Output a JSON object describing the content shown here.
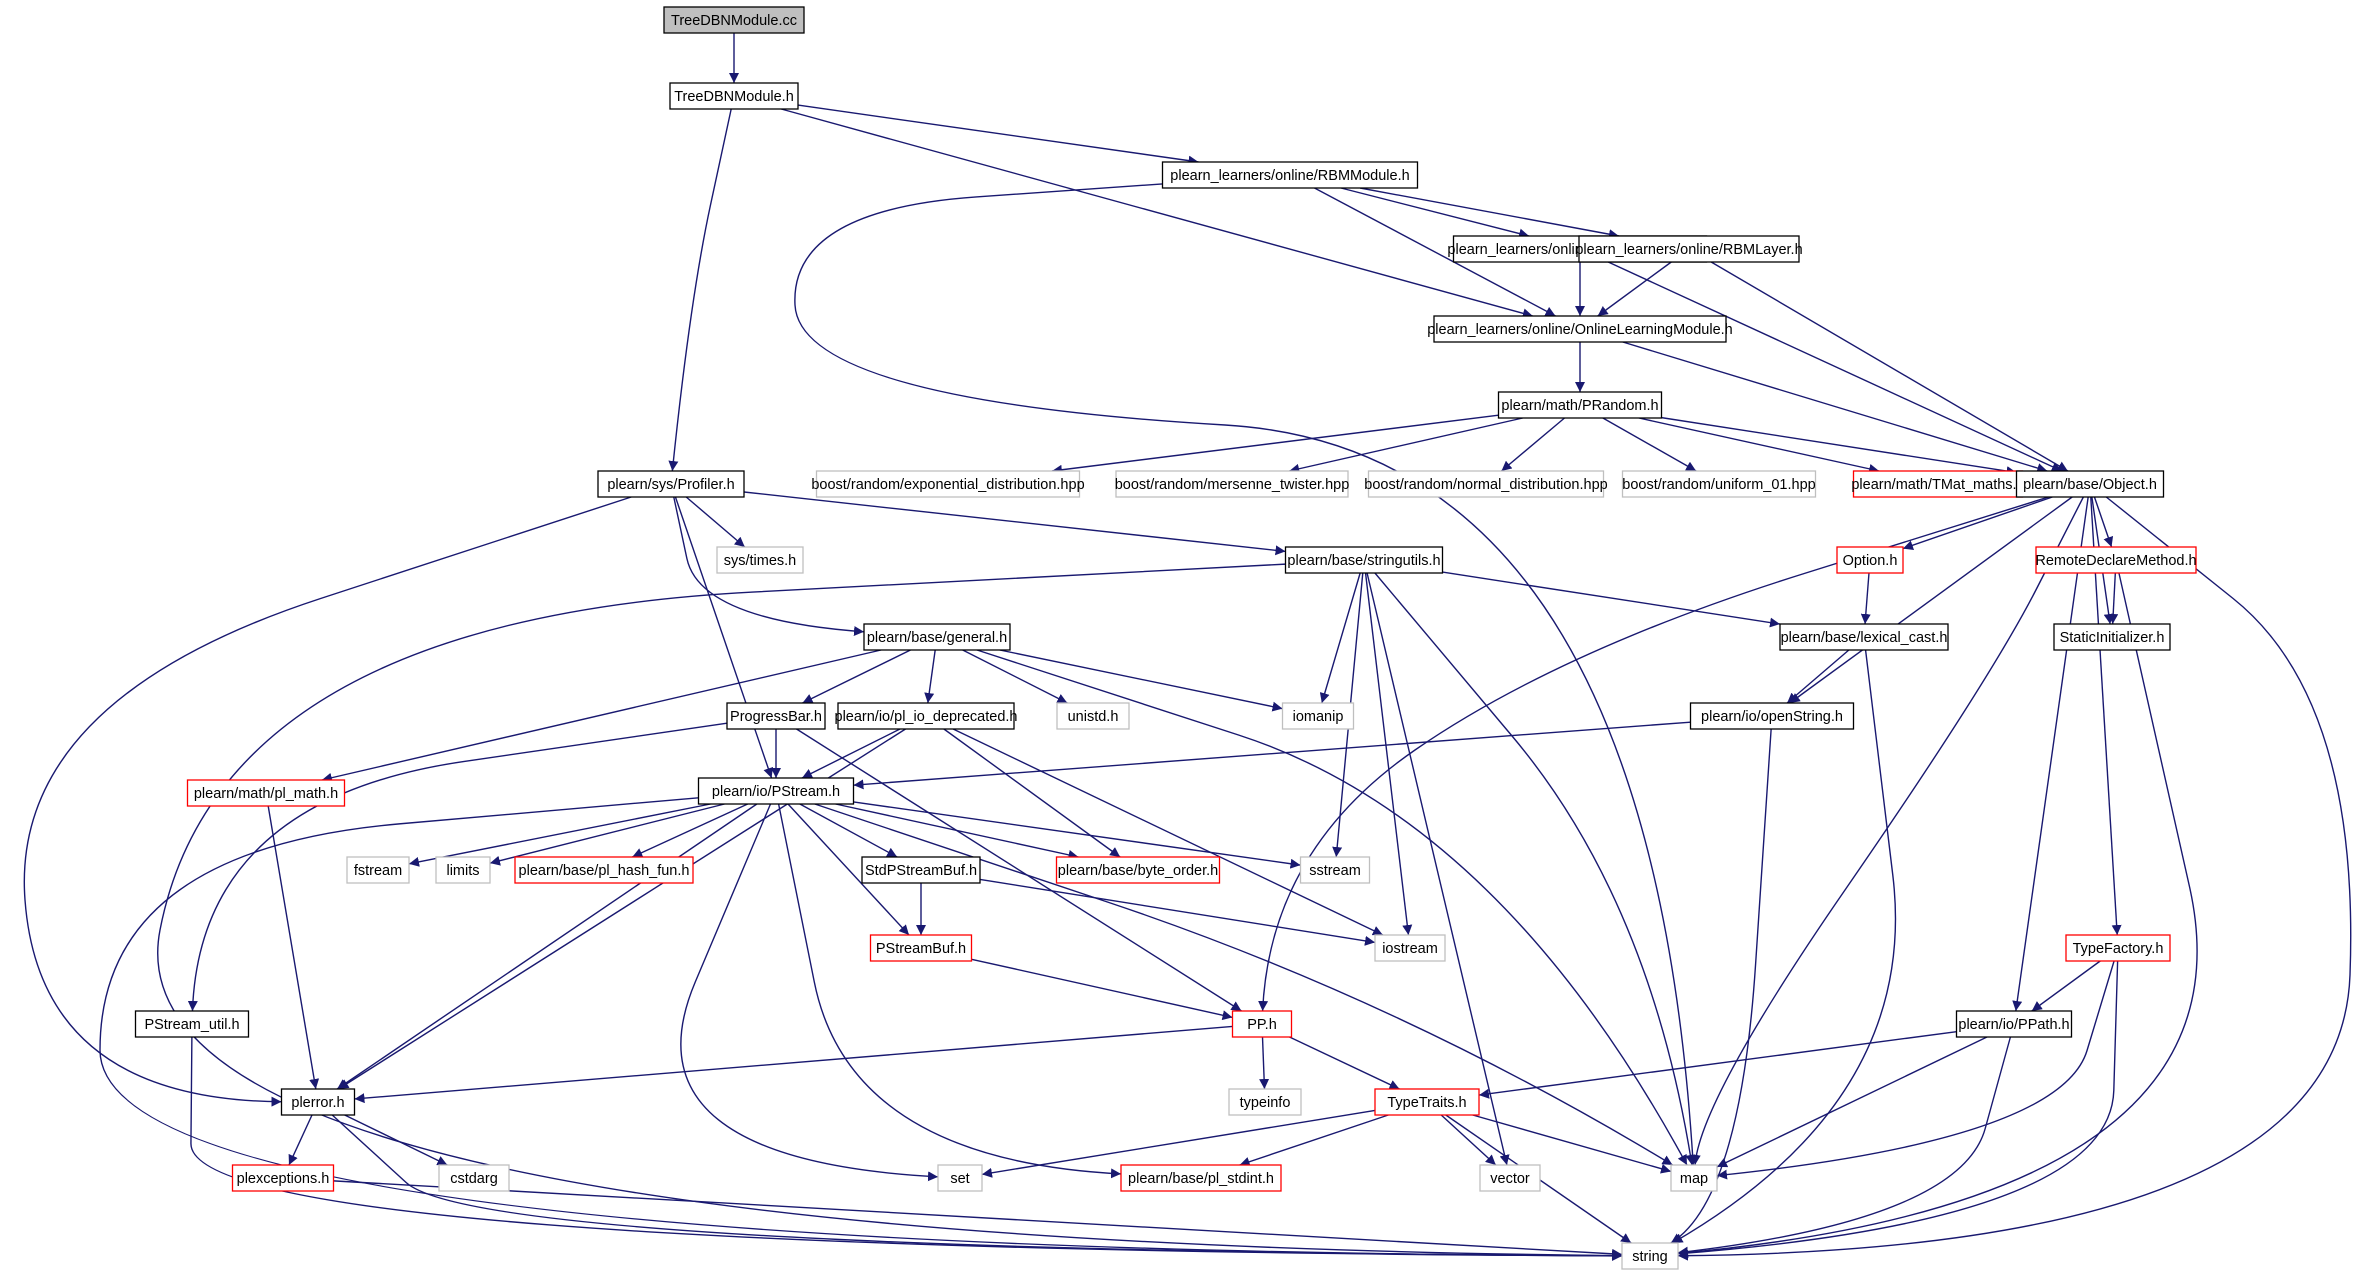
{
  "graph": {
    "colors": {
      "edge": "#191970",
      "border_normal": "#000000",
      "border_truncated": "#ff0000",
      "border_system": "#bfbfbf",
      "fill_root": "#bfbfbf",
      "fill": "#ffffff",
      "text": "#000000"
    },
    "nodes": [
      {
        "id": "n0",
        "label": "TreeDBNModule.cc",
        "kind": "root"
      },
      {
        "id": "n1",
        "label": "TreeDBNModule.h",
        "kind": "normal"
      },
      {
        "id": "n2",
        "label": "plearn_learners/online/RBMModule.h",
        "kind": "normal"
      },
      {
        "id": "n3",
        "label": "plearn_learners/online/RBMConnection.h",
        "kind": "normal"
      },
      {
        "id": "n4",
        "label": "plearn_learners/online/RBMLayer.h",
        "kind": "normal"
      },
      {
        "id": "n5",
        "label": "plearn_learners/online/OnlineLearningModule.h",
        "kind": "normal"
      },
      {
        "id": "n6",
        "label": "plearn/math/PRandom.h",
        "kind": "normal"
      },
      {
        "id": "n7",
        "label": "boost/random/exponential_distribution.hpp",
        "kind": "system"
      },
      {
        "id": "n8",
        "label": "boost/random/mersenne_twister.hpp",
        "kind": "system"
      },
      {
        "id": "n9",
        "label": "boost/random/normal_distribution.hpp",
        "kind": "system"
      },
      {
        "id": "n10",
        "label": "boost/random/uniform_01.hpp",
        "kind": "system"
      },
      {
        "id": "n11",
        "label": "plearn/math/TMat_maths.h",
        "kind": "truncated"
      },
      {
        "id": "n12",
        "label": "plearn/base/Object.h",
        "kind": "normal"
      },
      {
        "id": "n13",
        "label": "plearn/sys/Profiler.h",
        "kind": "normal"
      },
      {
        "id": "n14",
        "label": "sys/times.h",
        "kind": "system"
      },
      {
        "id": "n15",
        "label": "plearn/base/stringutils.h",
        "kind": "normal"
      },
      {
        "id": "n16",
        "label": "Option.h",
        "kind": "truncated"
      },
      {
        "id": "n17",
        "label": "RemoteDeclareMethod.h",
        "kind": "truncated"
      },
      {
        "id": "n18",
        "label": "StaticInitializer.h",
        "kind": "normal"
      },
      {
        "id": "n19",
        "label": "plearn/base/general.h",
        "kind": "normal"
      },
      {
        "id": "n20",
        "label": "plearn/base/lexical_cast.h",
        "kind": "normal"
      },
      {
        "id": "n21",
        "label": "ProgressBar.h",
        "kind": "normal"
      },
      {
        "id": "n22",
        "label": "plearn/io/pl_io_deprecated.h",
        "kind": "normal"
      },
      {
        "id": "n23",
        "label": "unistd.h",
        "kind": "system"
      },
      {
        "id": "n24",
        "label": "iomanip",
        "kind": "system"
      },
      {
        "id": "n25",
        "label": "plearn/io/openString.h",
        "kind": "normal"
      },
      {
        "id": "n26",
        "label": "plearn/math/pl_math.h",
        "kind": "truncated"
      },
      {
        "id": "n27",
        "label": "plearn/io/PStream.h",
        "kind": "normal"
      },
      {
        "id": "n28",
        "label": "fstream",
        "kind": "system"
      },
      {
        "id": "n29",
        "label": "limits",
        "kind": "system"
      },
      {
        "id": "n30",
        "label": "plearn/base/pl_hash_fun.h",
        "kind": "truncated"
      },
      {
        "id": "n31",
        "label": "StdPStreamBuf.h",
        "kind": "normal"
      },
      {
        "id": "n32",
        "label": "plearn/base/byte_order.h",
        "kind": "truncated"
      },
      {
        "id": "n33",
        "label": "sstream",
        "kind": "system"
      },
      {
        "id": "n34",
        "label": "iostream",
        "kind": "system"
      },
      {
        "id": "n35",
        "label": "PStreamBuf.h",
        "kind": "truncated"
      },
      {
        "id": "n36",
        "label": "TypeFactory.h",
        "kind": "truncated"
      },
      {
        "id": "n37",
        "label": "PStream_util.h",
        "kind": "normal"
      },
      {
        "id": "n38",
        "label": "PP.h",
        "kind": "truncated"
      },
      {
        "id": "n39",
        "label": "plearn/io/PPath.h",
        "kind": "normal"
      },
      {
        "id": "n40",
        "label": "plerror.h",
        "kind": "normal"
      },
      {
        "id": "n41",
        "label": "typeinfo",
        "kind": "system"
      },
      {
        "id": "n42",
        "label": "TypeTraits.h",
        "kind": "truncated"
      },
      {
        "id": "n43",
        "label": "plexceptions.h",
        "kind": "truncated"
      },
      {
        "id": "n44",
        "label": "cstdarg",
        "kind": "system"
      },
      {
        "id": "n45",
        "label": "set",
        "kind": "system"
      },
      {
        "id": "n46",
        "label": "plearn/base/pl_stdint.h",
        "kind": "truncated"
      },
      {
        "id": "n47",
        "label": "vector",
        "kind": "system"
      },
      {
        "id": "n48",
        "label": "map",
        "kind": "system"
      },
      {
        "id": "n49",
        "label": "string",
        "kind": "system"
      }
    ],
    "edges": [
      [
        "n0",
        "n1"
      ],
      [
        "n1",
        "n2"
      ],
      [
        "n1",
        "n5"
      ],
      [
        "n1",
        "n13"
      ],
      [
        "n2",
        "n3"
      ],
      [
        "n2",
        "n4"
      ],
      [
        "n2",
        "n5"
      ],
      [
        "n2",
        "n48"
      ],
      [
        "n3",
        "n5"
      ],
      [
        "n3",
        "n12"
      ],
      [
        "n4",
        "n5"
      ],
      [
        "n4",
        "n12"
      ],
      [
        "n5",
        "n6"
      ],
      [
        "n5",
        "n12"
      ],
      [
        "n6",
        "n7"
      ],
      [
        "n6",
        "n8"
      ],
      [
        "n6",
        "n9"
      ],
      [
        "n6",
        "n10"
      ],
      [
        "n6",
        "n11"
      ],
      [
        "n6",
        "n12"
      ],
      [
        "n12",
        "n16"
      ],
      [
        "n12",
        "n17"
      ],
      [
        "n12",
        "n18"
      ],
      [
        "n12",
        "n25"
      ],
      [
        "n12",
        "n36"
      ],
      [
        "n12",
        "n39"
      ],
      [
        "n12",
        "n38"
      ],
      [
        "n12",
        "n48"
      ],
      [
        "n12",
        "n49"
      ],
      [
        "n13",
        "n14"
      ],
      [
        "n13",
        "n15"
      ],
      [
        "n13",
        "n19"
      ],
      [
        "n13",
        "n27"
      ],
      [
        "n13",
        "n40"
      ],
      [
        "n15",
        "n20"
      ],
      [
        "n15",
        "n24"
      ],
      [
        "n15",
        "n33"
      ],
      [
        "n15",
        "n34"
      ],
      [
        "n15",
        "n47"
      ],
      [
        "n15",
        "n48"
      ],
      [
        "n15",
        "n49"
      ],
      [
        "n16",
        "n20"
      ],
      [
        "n17",
        "n18"
      ],
      [
        "n17",
        "n49"
      ],
      [
        "n19",
        "n21"
      ],
      [
        "n19",
        "n22"
      ],
      [
        "n19",
        "n23"
      ],
      [
        "n19",
        "n24"
      ],
      [
        "n19",
        "n26"
      ],
      [
        "n19",
        "n48"
      ],
      [
        "n20",
        "n25"
      ],
      [
        "n20",
        "n49"
      ],
      [
        "n21",
        "n27"
      ],
      [
        "n21",
        "n37"
      ],
      [
        "n21",
        "n38"
      ],
      [
        "n22",
        "n27"
      ],
      [
        "n22",
        "n32"
      ],
      [
        "n22",
        "n34"
      ],
      [
        "n22",
        "n40"
      ],
      [
        "n25",
        "n27"
      ],
      [
        "n25",
        "n49"
      ],
      [
        "n26",
        "n40"
      ],
      [
        "n27",
        "n28"
      ],
      [
        "n27",
        "n29"
      ],
      [
        "n27",
        "n30"
      ],
      [
        "n27",
        "n31"
      ],
      [
        "n27",
        "n32"
      ],
      [
        "n27",
        "n33"
      ],
      [
        "n27",
        "n35"
      ],
      [
        "n27",
        "n40"
      ],
      [
        "n27",
        "n45"
      ],
      [
        "n27",
        "n46"
      ],
      [
        "n27",
        "n48"
      ],
      [
        "n27",
        "n49"
      ],
      [
        "n31",
        "n35"
      ],
      [
        "n31",
        "n34"
      ],
      [
        "n35",
        "n38"
      ],
      [
        "n36",
        "n39"
      ],
      [
        "n36",
        "n48"
      ],
      [
        "n36",
        "n49"
      ],
      [
        "n37",
        "n49"
      ],
      [
        "n38",
        "n40"
      ],
      [
        "n38",
        "n41"
      ],
      [
        "n38",
        "n42"
      ],
      [
        "n39",
        "n42"
      ],
      [
        "n39",
        "n48"
      ],
      [
        "n39",
        "n49"
      ],
      [
        "n40",
        "n43"
      ],
      [
        "n40",
        "n44"
      ],
      [
        "n40",
        "n49"
      ],
      [
        "n42",
        "n45"
      ],
      [
        "n42",
        "n46"
      ],
      [
        "n42",
        "n47"
      ],
      [
        "n42",
        "n48"
      ],
      [
        "n42",
        "n49"
      ],
      [
        "n43",
        "n49"
      ]
    ]
  }
}
